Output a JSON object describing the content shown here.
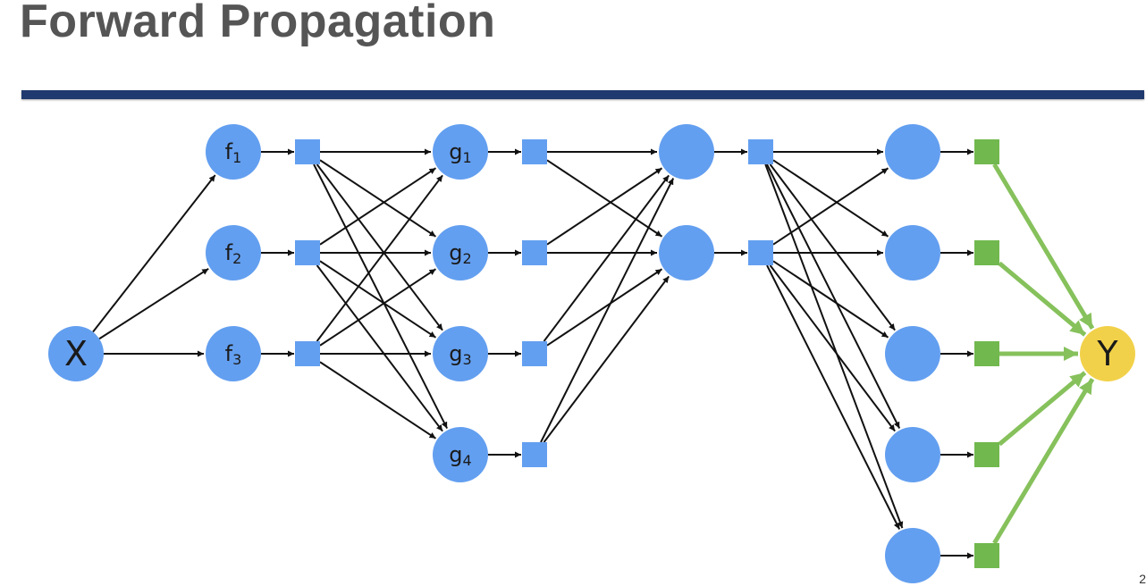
{
  "slide": {
    "title": "Forward Propagation",
    "page_number": "2"
  },
  "colors": {
    "node": "#639ff0",
    "box": "#639ff0",
    "output_box": "#71b84e",
    "output_node": "#f2d14a",
    "output_edge": "#86c15c",
    "edge": "#111111",
    "rule": "#1f3a6e"
  },
  "diagram": {
    "nodes": [
      {
        "id": "x",
        "label": "X",
        "sub": "",
        "kind": "input"
      },
      {
        "id": "f1",
        "label": "f",
        "sub": "1",
        "kind": "hidden"
      },
      {
        "id": "f2",
        "label": "f",
        "sub": "2",
        "kind": "hidden"
      },
      {
        "id": "f3",
        "label": "f",
        "sub": "3",
        "kind": "hidden"
      },
      {
        "id": "g1",
        "label": "g",
        "sub": "1",
        "kind": "hidden"
      },
      {
        "id": "g2",
        "label": "g",
        "sub": "2",
        "kind": "hidden"
      },
      {
        "id": "g3",
        "label": "g",
        "sub": "3",
        "kind": "hidden"
      },
      {
        "id": "g4",
        "label": "g",
        "sub": "4",
        "kind": "hidden"
      },
      {
        "id": "h1",
        "label": "",
        "sub": "",
        "kind": "hidden"
      },
      {
        "id": "h2",
        "label": "",
        "sub": "",
        "kind": "hidden"
      },
      {
        "id": "k1",
        "label": "",
        "sub": "",
        "kind": "hidden"
      },
      {
        "id": "k2",
        "label": "",
        "sub": "",
        "kind": "hidden"
      },
      {
        "id": "k3",
        "label": "",
        "sub": "",
        "kind": "hidden"
      },
      {
        "id": "k4",
        "label": "",
        "sub": "",
        "kind": "hidden"
      },
      {
        "id": "k5",
        "label": "",
        "sub": "",
        "kind": "hidden"
      },
      {
        "id": "y",
        "label": "Y",
        "sub": "",
        "kind": "output"
      }
    ],
    "boxes": [
      {
        "id": "bf1",
        "of": "f1",
        "kind": "hidden"
      },
      {
        "id": "bf2",
        "of": "f2",
        "kind": "hidden"
      },
      {
        "id": "bf3",
        "of": "f3",
        "kind": "hidden"
      },
      {
        "id": "bg1",
        "of": "g1",
        "kind": "hidden"
      },
      {
        "id": "bg2",
        "of": "g2",
        "kind": "hidden"
      },
      {
        "id": "bg3",
        "of": "g3",
        "kind": "hidden"
      },
      {
        "id": "bg4",
        "of": "g4",
        "kind": "hidden"
      },
      {
        "id": "bh1",
        "of": "h1",
        "kind": "hidden"
      },
      {
        "id": "bh2",
        "of": "h2",
        "kind": "hidden"
      },
      {
        "id": "bk1",
        "of": "k1",
        "kind": "output"
      },
      {
        "id": "bk2",
        "of": "k2",
        "kind": "output"
      },
      {
        "id": "bk3",
        "of": "k3",
        "kind": "output"
      },
      {
        "id": "bk4",
        "of": "k4",
        "kind": "output"
      },
      {
        "id": "bk5",
        "of": "k5",
        "kind": "output"
      }
    ],
    "edges": {
      "input": [
        [
          "x",
          "f1"
        ],
        [
          "x",
          "f2"
        ],
        [
          "x",
          "f3"
        ]
      ],
      "node_to_box": [
        [
          "f1",
          "bf1"
        ],
        [
          "f2",
          "bf2"
        ],
        [
          "f3",
          "bf3"
        ],
        [
          "g1",
          "bg1"
        ],
        [
          "g2",
          "bg2"
        ],
        [
          "g3",
          "bg3"
        ],
        [
          "g4",
          "bg4"
        ],
        [
          "h1",
          "bh1"
        ],
        [
          "h2",
          "bh2"
        ],
        [
          "k1",
          "bk1"
        ],
        [
          "k2",
          "bk2"
        ],
        [
          "k3",
          "bk3"
        ],
        [
          "k4",
          "bk4"
        ],
        [
          "k5",
          "bk5"
        ]
      ],
      "box_to_node": [
        [
          "bf1",
          "g1"
        ],
        [
          "bf1",
          "g2"
        ],
        [
          "bf1",
          "g3"
        ],
        [
          "bf1",
          "g4"
        ],
        [
          "bf2",
          "g1"
        ],
        [
          "bf2",
          "g2"
        ],
        [
          "bf2",
          "g3"
        ],
        [
          "bf2",
          "g4"
        ],
        [
          "bf3",
          "g1"
        ],
        [
          "bf3",
          "g2"
        ],
        [
          "bf3",
          "g3"
        ],
        [
          "bf3",
          "g4"
        ],
        [
          "bg1",
          "h1"
        ],
        [
          "bg1",
          "h2"
        ],
        [
          "bg2",
          "h1"
        ],
        [
          "bg2",
          "h2"
        ],
        [
          "bg3",
          "h1"
        ],
        [
          "bg3",
          "h2"
        ],
        [
          "bg4",
          "h1"
        ],
        [
          "bg4",
          "h2"
        ],
        [
          "bh1",
          "k1"
        ],
        [
          "bh1",
          "k2"
        ],
        [
          "bh1",
          "k3"
        ],
        [
          "bh1",
          "k4"
        ],
        [
          "bh1",
          "k5"
        ],
        [
          "bh2",
          "k1"
        ],
        [
          "bh2",
          "k2"
        ],
        [
          "bh2",
          "k3"
        ],
        [
          "bh2",
          "k4"
        ],
        [
          "bh2",
          "k5"
        ]
      ],
      "output": [
        [
          "bk1",
          "y"
        ],
        [
          "bk2",
          "y"
        ],
        [
          "bk3",
          "y"
        ],
        [
          "bk4",
          "y"
        ],
        [
          "bk5",
          "y"
        ]
      ]
    }
  }
}
